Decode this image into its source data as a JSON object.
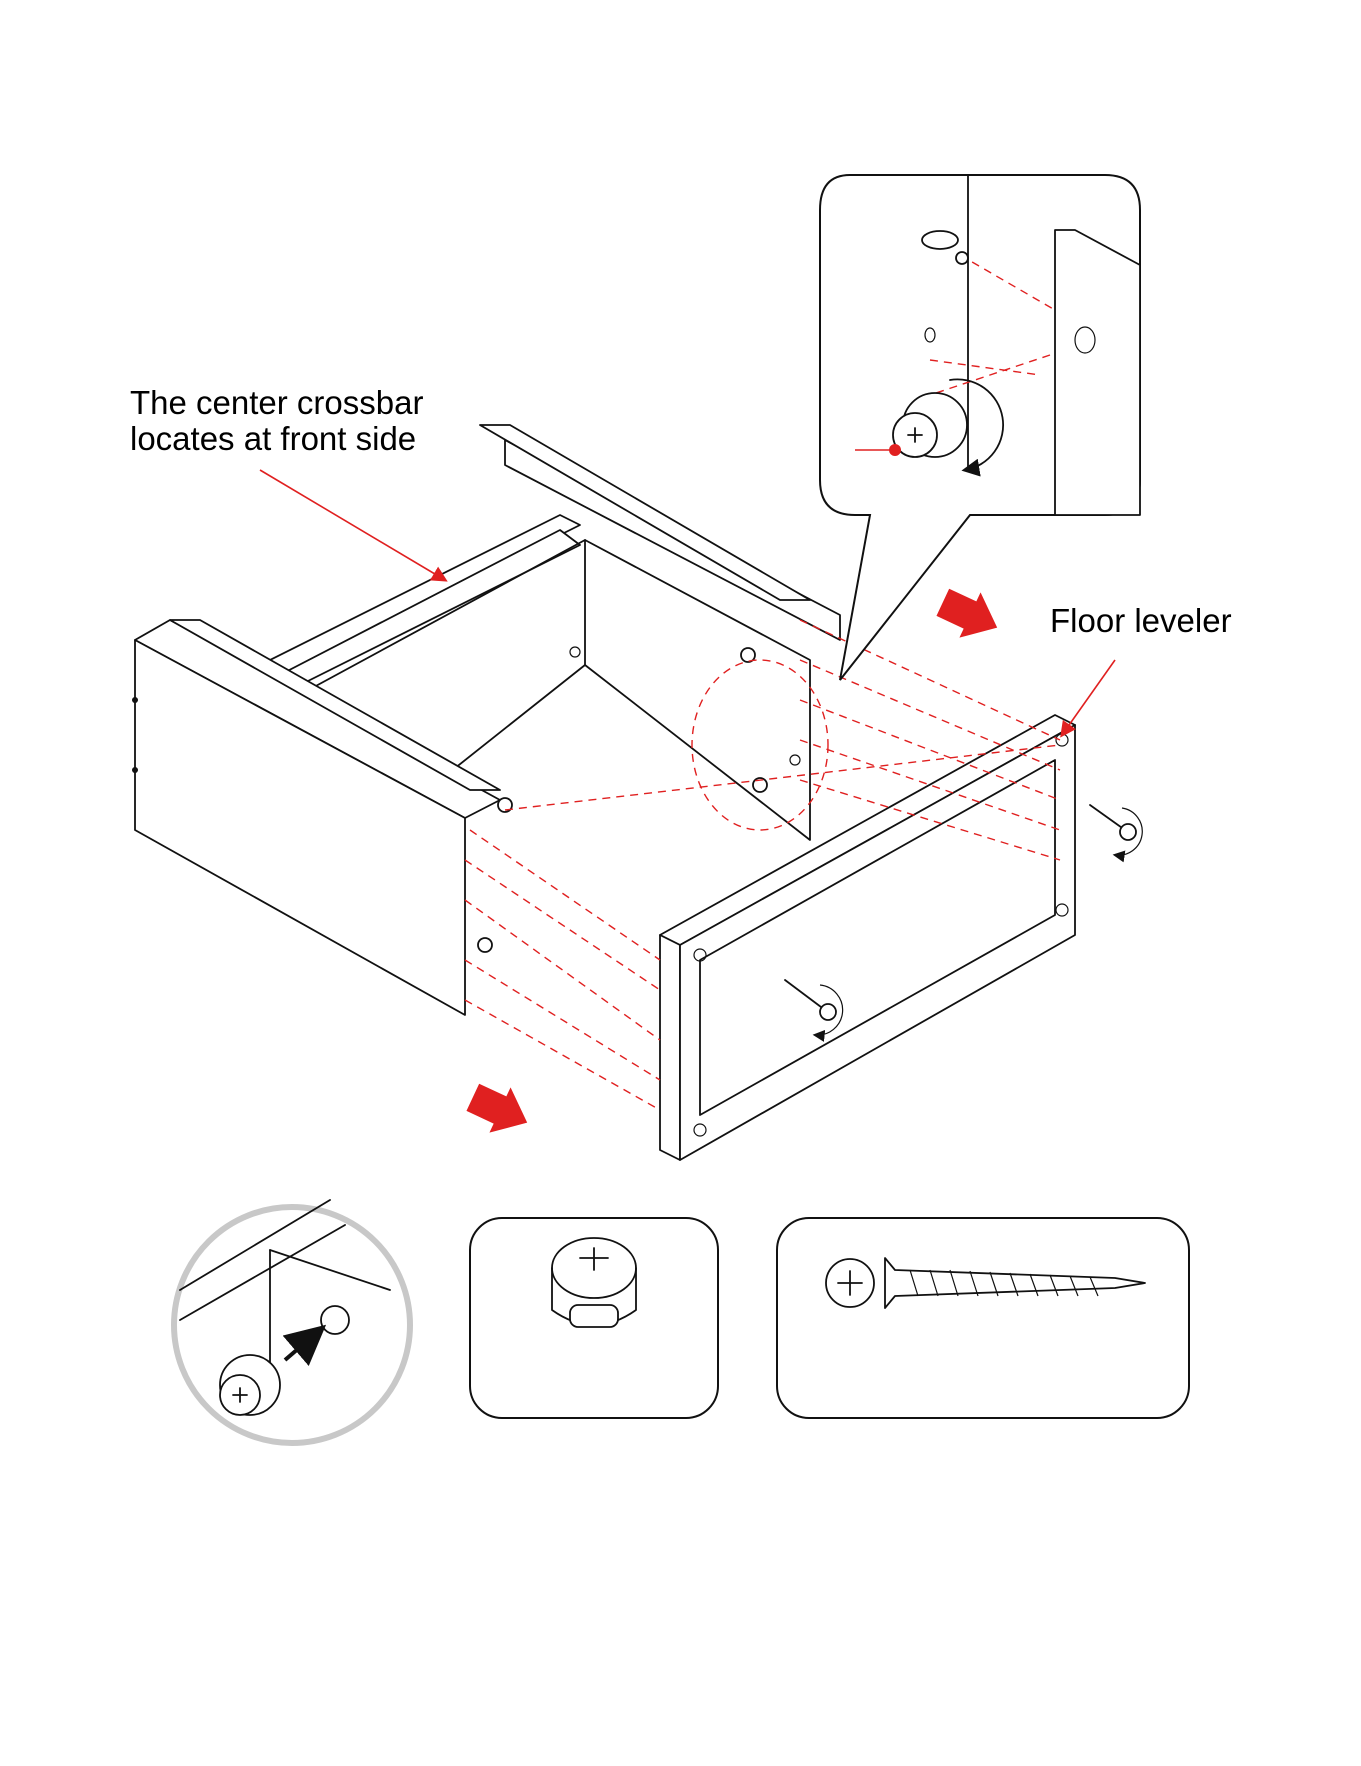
{
  "annotations": {
    "crossbar_line1": "The center crossbar",
    "crossbar_line2": "locates at front side",
    "floor_leveler": "Floor leveler"
  },
  "colors": {
    "line": "#111111",
    "accent": "#e02020",
    "gray_circle": "#c8c8c8"
  },
  "icons": [
    "cam-lock-icon",
    "cam-bolt-icon",
    "screw-icon",
    "rotation-arrow-icon",
    "push-arrow-icon"
  ]
}
